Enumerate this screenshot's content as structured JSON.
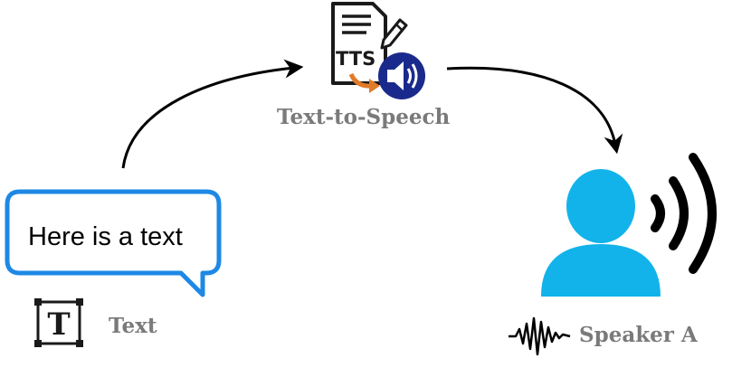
{
  "tts": {
    "icon_text": "TTS",
    "label": "Text-to-Speech"
  },
  "text_node": {
    "bubble_text": "Here is a text",
    "icon_letter": "T",
    "label": "Text"
  },
  "speaker_node": {
    "label": "Speaker A"
  },
  "colors": {
    "bubble_border": "#1e88e5",
    "speaker": "#12b3ea",
    "speaker_arrow": "#e07b2a",
    "speaker_circle": "#1a2a8c",
    "label": "#7a7a7a"
  }
}
